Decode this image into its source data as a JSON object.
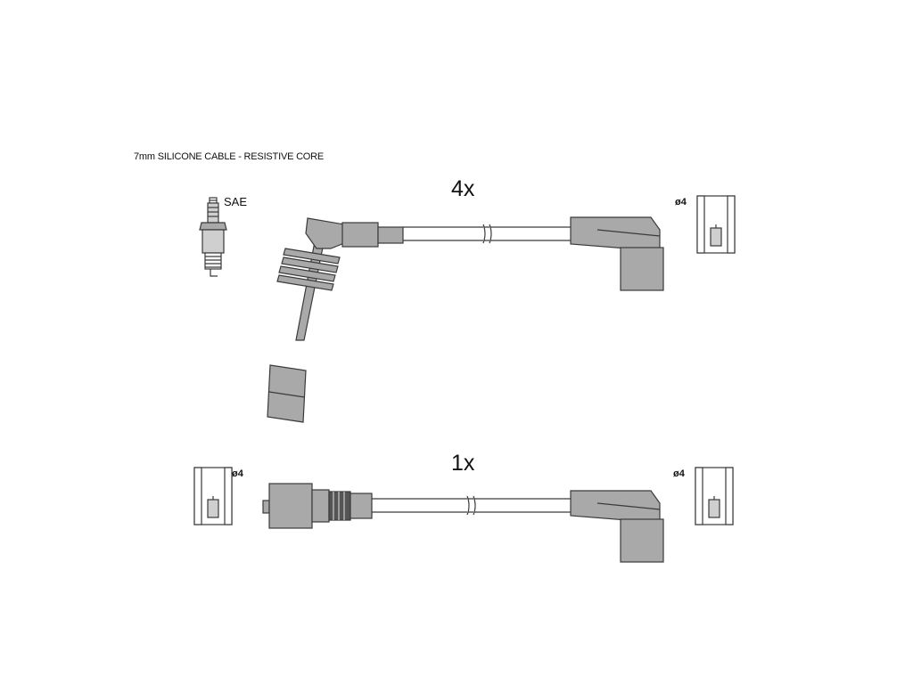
{
  "cable_spec": "7mm SILICONE CABLE - RESISTIVE CORE",
  "lead_top": {
    "quantity": "4x"
  },
  "lead_bottom": {
    "quantity": "1x"
  },
  "spark_plug": {
    "label": "SAE"
  },
  "terminals": {
    "top_right": "ø4",
    "bottom_left": "ø4",
    "bottom_right": "ø4"
  },
  "colors": {
    "boot": "#a9a9a9",
    "outline": "#3a3a3a",
    "cable": "#ffffff"
  }
}
